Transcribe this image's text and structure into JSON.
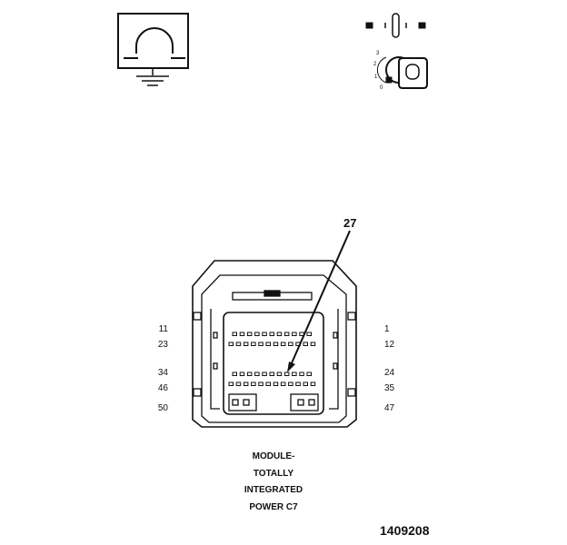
{
  "figure_id": "1409208",
  "callout_pin": "27",
  "connector": {
    "caption_lines": [
      "MODULE-",
      "TOTALLY",
      "INTEGRATED",
      "POWER C7"
    ],
    "left_pins": [
      "11",
      "23",
      "34",
      "46",
      "50"
    ],
    "right_pins": [
      "1",
      "12",
      "24",
      "35",
      "47"
    ]
  },
  "ignition_positions": [
    "3",
    "2",
    "1",
    "0"
  ],
  "symbols": {
    "meter": "ohmmeter-icon",
    "ground": "ground-icon",
    "switch": "ignition-switch-icon"
  }
}
